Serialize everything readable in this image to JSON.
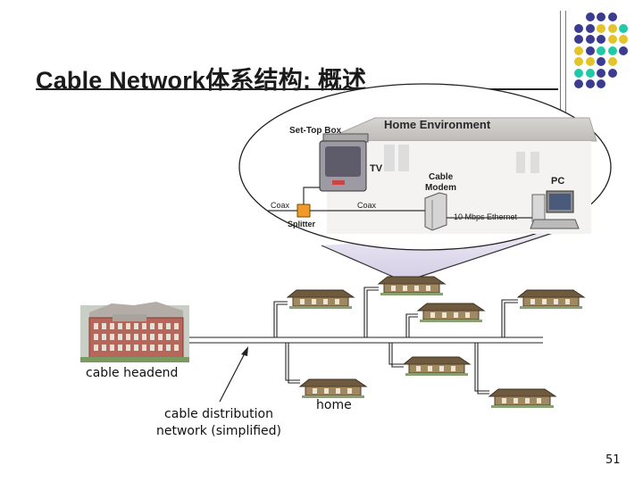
{
  "slide": {
    "title": "Cable Network体系结构: 概述",
    "page_number": "51"
  },
  "inset": {
    "set_top_box": "Set-Top Box",
    "home_environment": "Home Environment",
    "tv": "TV",
    "cable_modem_line1": "Cable",
    "cable_modem_line2": "Modem",
    "pc": "PC",
    "coax_left": "Coax",
    "coax_right": "Coax",
    "splitter": "Splitter",
    "ethernet": "10 Mbps Ethernet"
  },
  "labels": {
    "cable_headend": "cable headend",
    "distribution_line1": "cable distribution",
    "distribution_line2": "network (simplified)",
    "home": "home"
  },
  "colors": {
    "navy": "#3b3b8f",
    "yellow": "#e3c42a",
    "teal": "#22c9a8"
  }
}
